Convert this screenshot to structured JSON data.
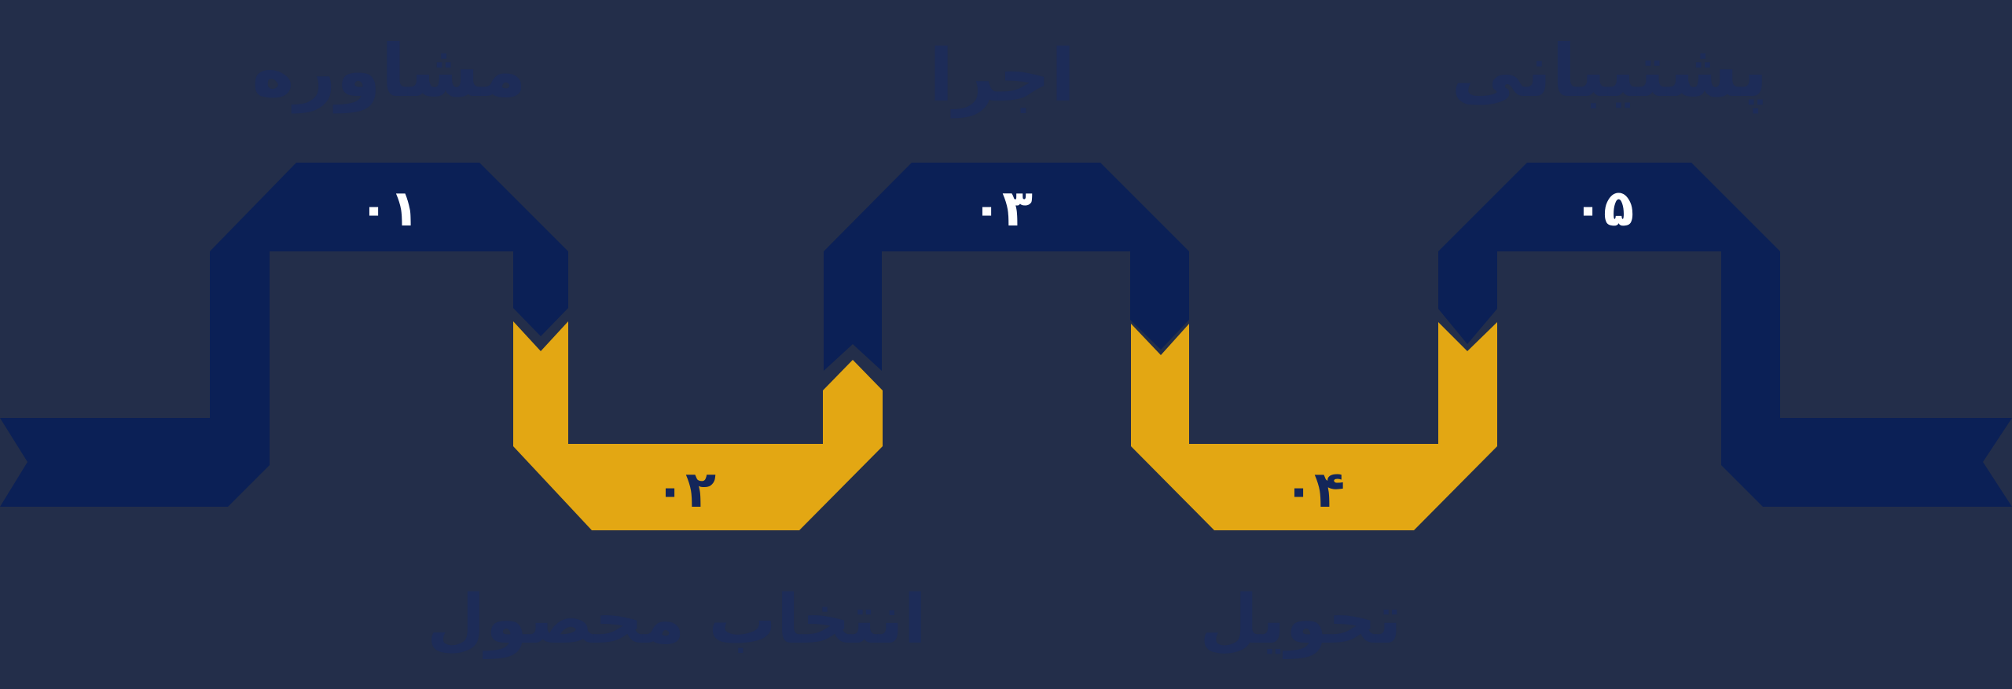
{
  "diagram": {
    "type": "process-ribbon-timeline",
    "language": "fa",
    "direction": "rtl",
    "colors": {
      "background": "#232e4a",
      "ribbon_navy": "#0b2056",
      "ribbon_gold": "#e3a713",
      "label_text": "#1d2c58",
      "number_on_navy": "#ffffff",
      "number_on_gold": "#13265a"
    },
    "steps": [
      {
        "number": "۰۱",
        "label": "مشاوره",
        "ribbon_color": "navy",
        "label_position": "top"
      },
      {
        "number": "۰۲",
        "label": "انتخاب محصول",
        "ribbon_color": "gold",
        "label_position": "bottom"
      },
      {
        "number": "۰۳",
        "label": "اجرا",
        "ribbon_color": "navy",
        "label_position": "top"
      },
      {
        "number": "۰۴",
        "label": "تحویل",
        "ribbon_color": "gold",
        "label_position": "bottom"
      },
      {
        "number": "۰۵",
        "label": "پشتیبانی",
        "ribbon_color": "navy",
        "label_position": "top"
      }
    ]
  }
}
